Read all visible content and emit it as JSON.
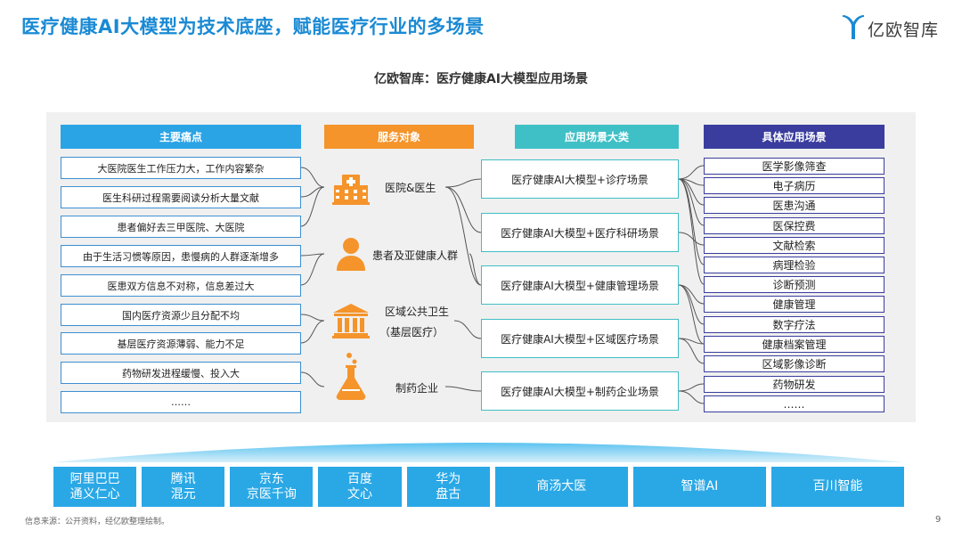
{
  "title": "医疗健康AI大模型为技术底座，赋能医疗行业的多场景",
  "logo": {
    "text": "亿欧智库",
    "icon": "yiou-logo-icon",
    "color": "#1a8ad4"
  },
  "subtitle": "亿欧智库：医疗健康AI大模型应用场景",
  "headers": {
    "pain": "主要痛点",
    "target": "服务对象",
    "category": "应用场景大类",
    "scenario": "具体应用场景"
  },
  "colors": {
    "pain": "#2ba4e6",
    "target": "#f4942b",
    "category": "#3fc0c6",
    "scenario": "#3a3d9e",
    "icon": "#f4942b",
    "vendor": "#2aa8e6",
    "title": "#1a8ad4"
  },
  "pain_points": [
    "大医院医生工作压力大，工作内容繁杂",
    "医生科研过程需要阅读分析大量文献",
    "患者偏好去三甲医院、大医院",
    "由于生活习惯等原因，患慢病的人群逐渐增多",
    "医患双方信息不对称，信息差过大",
    "国内医疗资源少且分配不均",
    "基层医疗资源薄弱、能力不足",
    "药物研发进程缓慢、投入大",
    "……"
  ],
  "targets": [
    {
      "label": "医院&医生",
      "icon": "hospital-icon"
    },
    {
      "label": "患者及亚健康人群",
      "icon": "person-icon"
    },
    {
      "label": "区域公共卫生",
      "label2": "（基层医疗）",
      "icon": "public-building-icon"
    },
    {
      "label": "制药企业",
      "icon": "flask-icon"
    }
  ],
  "categories": [
    "医疗健康AI大模型+诊疗场景",
    "医疗健康AI大模型+医疗科研场景",
    "医疗健康AI大模型+健康管理场景",
    "医疗健康AI大模型+区域医疗场景",
    "医疗健康AI大模型+制药企业场景"
  ],
  "scenarios": [
    "医学影像筛查",
    "电子病历",
    "医患沟通",
    "医保控费",
    "文献检索",
    "病理检验",
    "诊断预测",
    "健康管理",
    "数字疗法",
    "健康档案管理",
    "区域影像诊断",
    "药物研发",
    "……"
  ],
  "vendors": [
    "阿里巴巴\n通义仁心",
    "腾讯\n混元",
    "京东\n京医千询",
    "百度\n文心",
    "华为\n盘古",
    "商汤大医",
    "智谱AI",
    "百川智能"
  ],
  "source": "信息来源：公开资料，经亿欧整理绘制。",
  "page_number": "9"
}
